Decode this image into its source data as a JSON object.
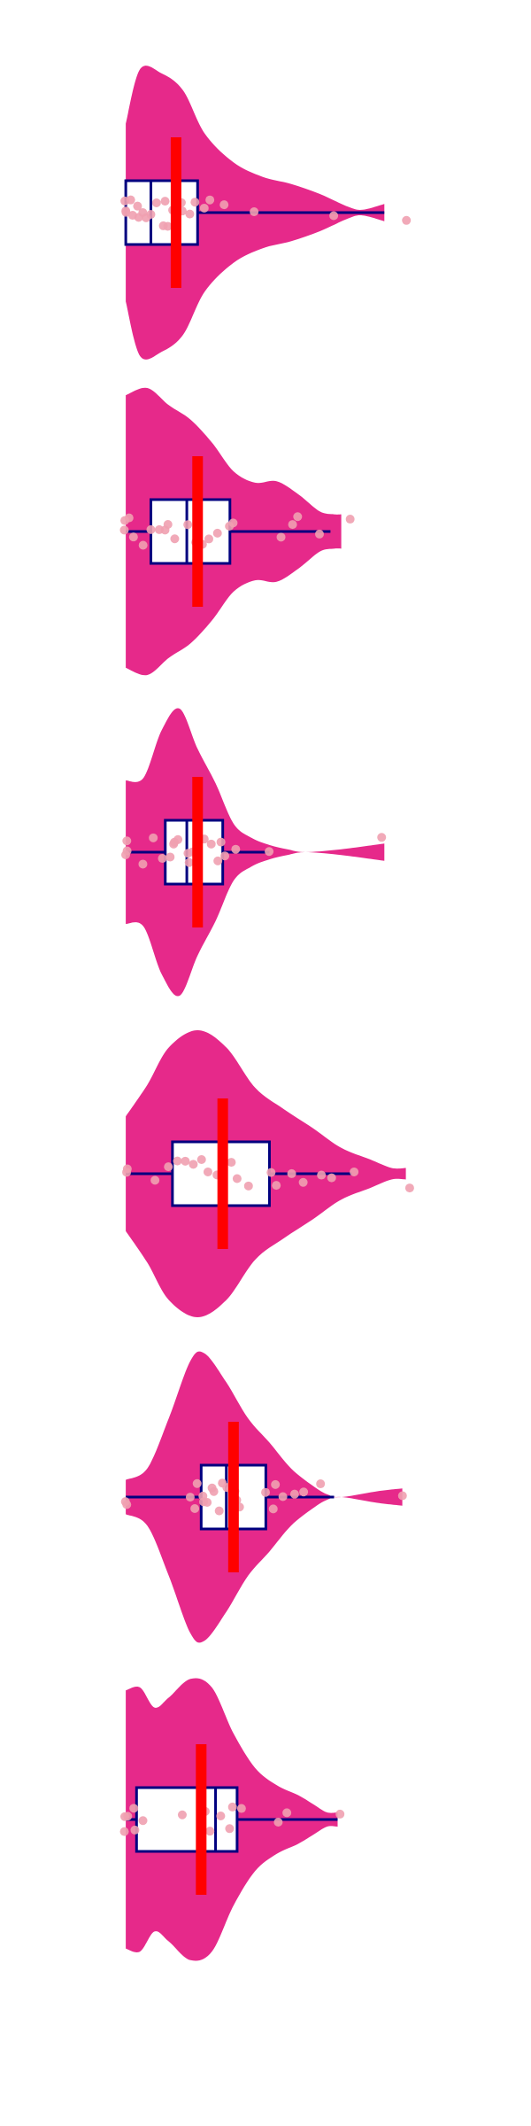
{
  "chart_data": {
    "type": "violin",
    "orientation": "horizontal",
    "title": "",
    "xlabel": "",
    "ylabel": "",
    "axes_visible": false,
    "grid": false,
    "legend": "none",
    "xlim": [
      -0.02,
      1.02
    ],
    "colors": {
      "violin_fill": "#E6298A",
      "box_fill": "#FFFFFF",
      "box_stroke": "#00007F",
      "mean_line": "#FF0000",
      "points": "#F0A0B0"
    },
    "series": [
      {
        "min": 0.0,
        "q1": 0.0,
        "median": 0.07,
        "q3": 0.2,
        "max": 0.72,
        "mean": 0.14,
        "density": [
          [
            0.0,
            0.62
          ],
          [
            0.04,
            1.0
          ],
          [
            0.1,
            0.97
          ],
          [
            0.16,
            0.85
          ],
          [
            0.22,
            0.55
          ],
          [
            0.3,
            0.35
          ],
          [
            0.38,
            0.25
          ],
          [
            0.46,
            0.2
          ],
          [
            0.54,
            0.13
          ],
          [
            0.62,
            0.04
          ],
          [
            0.66,
            0.02
          ],
          [
            0.72,
            0.06
          ]
        ],
        "points": [
          0.0,
          0.0,
          0.0,
          0.01,
          0.02,
          0.03,
          0.04,
          0.05,
          0.06,
          0.07,
          0.09,
          0.1,
          0.11,
          0.12,
          0.13,
          0.14,
          0.15,
          0.16,
          0.18,
          0.19,
          0.22,
          0.23,
          0.27,
          0.36,
          0.58,
          0.78
        ]
      },
      {
        "min": 0.0,
        "q1": 0.07,
        "median": 0.17,
        "q3": 0.29,
        "max": 0.57,
        "mean": 0.2,
        "density": [
          [
            0.0,
            0.95
          ],
          [
            0.06,
            1.0
          ],
          [
            0.12,
            0.88
          ],
          [
            0.18,
            0.78
          ],
          [
            0.24,
            0.62
          ],
          [
            0.3,
            0.42
          ],
          [
            0.36,
            0.34
          ],
          [
            0.42,
            0.35
          ],
          [
            0.48,
            0.26
          ],
          [
            0.54,
            0.14
          ],
          [
            0.58,
            0.12
          ],
          [
            0.6,
            0.12
          ]
        ],
        "points": [
          0.0,
          0.0,
          0.01,
          0.02,
          0.05,
          0.07,
          0.09,
          0.11,
          0.12,
          0.14,
          0.17,
          0.19,
          0.21,
          0.23,
          0.26,
          0.29,
          0.3,
          0.43,
          0.46,
          0.48,
          0.54,
          0.62
        ]
      },
      {
        "min": 0.0,
        "q1": 0.11,
        "median": 0.17,
        "q3": 0.27,
        "max": 0.4,
        "mean": 0.2,
        "density": [
          [
            0.0,
            0.5
          ],
          [
            0.05,
            0.52
          ],
          [
            0.1,
            0.85
          ],
          [
            0.15,
            1.0
          ],
          [
            0.2,
            0.72
          ],
          [
            0.25,
            0.48
          ],
          [
            0.3,
            0.2
          ],
          [
            0.35,
            0.1
          ],
          [
            0.4,
            0.05
          ],
          [
            0.45,
            0.02
          ],
          [
            0.5,
            0.0
          ],
          [
            0.6,
            0.02
          ],
          [
            0.72,
            0.06
          ]
        ],
        "points": [
          0.0,
          0.0,
          0.0,
          0.05,
          0.08,
          0.1,
          0.12,
          0.13,
          0.14,
          0.15,
          0.17,
          0.18,
          0.19,
          0.2,
          0.22,
          0.24,
          0.26,
          0.27,
          0.28,
          0.31,
          0.4,
          0.71
        ]
      },
      {
        "min": 0.0,
        "q1": 0.13,
        "median": 0.26,
        "q3": 0.4,
        "max": 0.63,
        "mean": 0.27,
        "density": [
          [
            0.0,
            0.4
          ],
          [
            0.06,
            0.62
          ],
          [
            0.12,
            0.88
          ],
          [
            0.2,
            1.0
          ],
          [
            0.28,
            0.88
          ],
          [
            0.36,
            0.6
          ],
          [
            0.44,
            0.45
          ],
          [
            0.52,
            0.32
          ],
          [
            0.6,
            0.18
          ],
          [
            0.68,
            0.1
          ],
          [
            0.74,
            0.04
          ],
          [
            0.78,
            0.04
          ]
        ],
        "points": [
          0.0,
          0.0,
          0.08,
          0.12,
          0.14,
          0.17,
          0.19,
          0.21,
          0.23,
          0.25,
          0.27,
          0.29,
          0.31,
          0.34,
          0.4,
          0.42,
          0.46,
          0.49,
          0.54,
          0.57,
          0.64,
          0.79
        ]
      },
      {
        "min": 0.0,
        "q1": 0.21,
        "median": 0.28,
        "q3": 0.39,
        "max": 0.58,
        "mean": 0.3,
        "density": [
          [
            0.0,
            0.12
          ],
          [
            0.06,
            0.2
          ],
          [
            0.12,
            0.55
          ],
          [
            0.18,
            0.95
          ],
          [
            0.22,
            1.0
          ],
          [
            0.28,
            0.8
          ],
          [
            0.34,
            0.55
          ],
          [
            0.4,
            0.38
          ],
          [
            0.46,
            0.2
          ],
          [
            0.52,
            0.08
          ],
          [
            0.56,
            0.02
          ],
          [
            0.6,
            0.0
          ],
          [
            0.7,
            0.04
          ],
          [
            0.77,
            0.06
          ]
        ],
        "points": [
          0.0,
          0.0,
          0.18,
          0.19,
          0.2,
          0.21,
          0.22,
          0.23,
          0.24,
          0.25,
          0.26,
          0.27,
          0.28,
          0.29,
          0.3,
          0.31,
          0.32,
          0.39,
          0.41,
          0.42,
          0.44,
          0.47,
          0.5,
          0.54,
          0.77
        ]
      },
      {
        "min": 0.0,
        "q1": 0.03,
        "median": 0.25,
        "q3": 0.31,
        "max": 0.59,
        "mean": 0.21,
        "density": [
          [
            0.0,
            0.9
          ],
          [
            0.04,
            0.92
          ],
          [
            0.08,
            0.78
          ],
          [
            0.12,
            0.85
          ],
          [
            0.18,
            0.98
          ],
          [
            0.24,
            0.92
          ],
          [
            0.3,
            0.6
          ],
          [
            0.36,
            0.36
          ],
          [
            0.42,
            0.24
          ],
          [
            0.48,
            0.17
          ],
          [
            0.52,
            0.11
          ],
          [
            0.56,
            0.05
          ],
          [
            0.59,
            0.05
          ]
        ],
        "points": [
          0.0,
          0.0,
          0.01,
          0.02,
          0.03,
          0.05,
          0.16,
          0.21,
          0.22,
          0.23,
          0.26,
          0.29,
          0.3,
          0.32,
          0.42,
          0.45,
          0.6
        ]
      }
    ]
  }
}
